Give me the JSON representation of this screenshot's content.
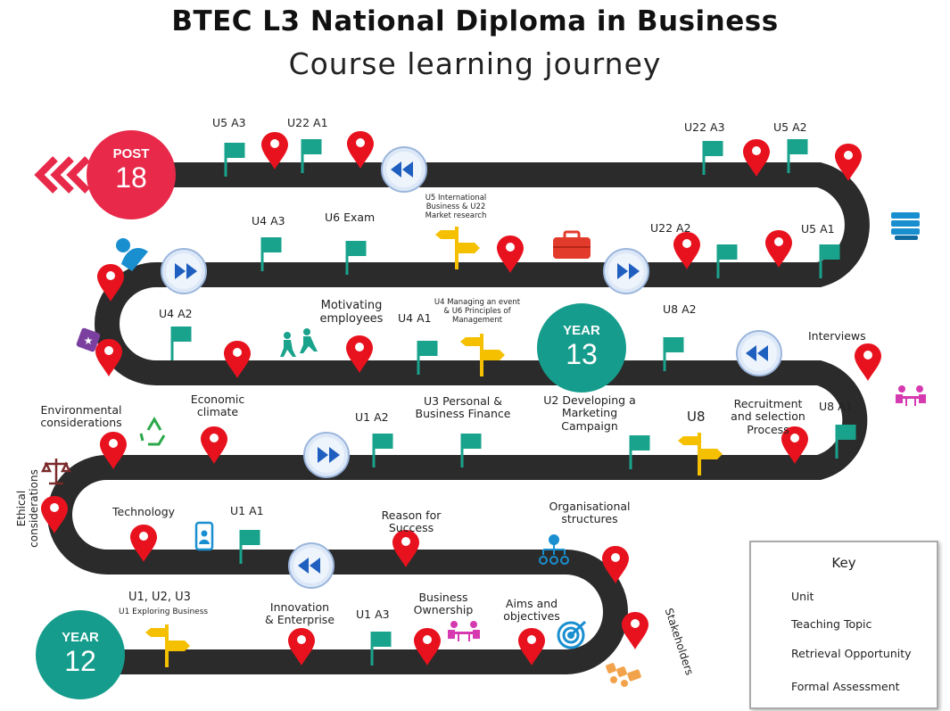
{
  "title": "BTEC L3 National Diploma in Business",
  "subtitle": "Course learning journey",
  "badges": {
    "post18": {
      "top": "POST",
      "bottom": "18"
    },
    "year13": {
      "top": "YEAR",
      "bottom": "13"
    },
    "year12": {
      "top": "YEAR",
      "bottom": "12"
    }
  },
  "row1": {
    "u5a3": "U5 A3",
    "u22a1": "U22 A1",
    "u22a3": "U22 A3",
    "u5a2": "U5 A2"
  },
  "row2": {
    "u4a3": "U4 A3",
    "u6exam": "U6 Exam",
    "u5intl": [
      "U5 International",
      "Business & U22",
      "Market research"
    ],
    "u22a2": "U22 A2",
    "u5a1": "U5 A1"
  },
  "row3": {
    "u4a2": "U4 A2",
    "motivating": [
      "Motivating",
      "employees"
    ],
    "u4a1": "U4 A1",
    "u4managing": [
      "U4 Managing an event",
      "& U6 Principles of",
      "Management"
    ],
    "u8a2": "U8 A2",
    "interviews": "Interviews"
  },
  "row4": {
    "environmental": [
      "Environmental",
      "considerations"
    ],
    "economic": [
      "Economic",
      "climate"
    ],
    "u1a2": "U1 A2",
    "u3": [
      "U3 Personal &",
      "Business Finance"
    ],
    "u2": [
      "U2 Developing a",
      "Marketing",
      "Campaign"
    ],
    "u8": "U8",
    "recruitment": [
      "Recruitment",
      "and selection",
      "Process"
    ],
    "u8a1": "U8 A1"
  },
  "row5": {
    "ethical": [
      "Ethical",
      "considerations"
    ],
    "technology": "Technology",
    "u1a1": "U1 A1",
    "reason": [
      "Reason for",
      "Success"
    ],
    "organisational": [
      "Organisational",
      "structures"
    ]
  },
  "row6": {
    "u1u2u3": "U1, U2, U3",
    "u1exploring": "U1 Exploring Business",
    "innovation": [
      "Innovation",
      "& Enterprise"
    ],
    "u1a3": "U1 A3",
    "ownership": [
      "Business",
      "Ownership"
    ],
    "aims": [
      "Aims and",
      "objectives"
    ],
    "stakeholders": "Stakeholders"
  },
  "key": {
    "title": "Key",
    "unit": "Unit",
    "teaching": "Teaching Topic",
    "retrieval": "Retrieval Opportunity",
    "formal": "Formal Assessment"
  },
  "colors": {
    "road": "#2b2b2b",
    "pin": "#e8121e",
    "flag": "#19a38c",
    "signpost": "#f5c000",
    "badge_red": "#e8294a",
    "badge_teal": "#169c8c",
    "retrieval_blue": "#1f5fbf"
  },
  "icons": [
    "chevron-arrows-icon",
    "person-icon",
    "star-tag-icon",
    "briefcase-icon",
    "books-icon",
    "people-running-icon",
    "meeting-icon",
    "recycle-icon",
    "scales-icon",
    "phone-person-icon",
    "org-chart-icon",
    "target-icon",
    "handshake-icon"
  ]
}
